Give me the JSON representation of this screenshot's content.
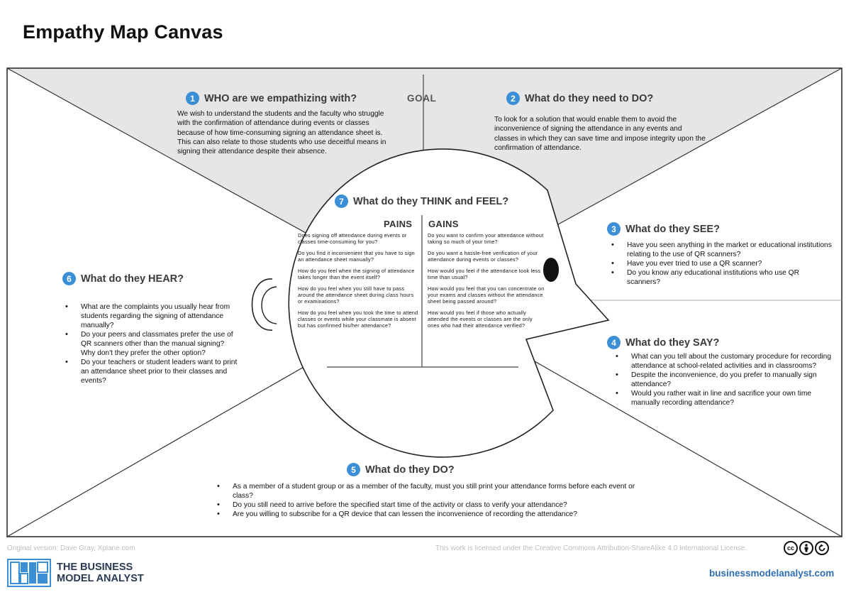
{
  "title": "Empathy Map Canvas",
  "goal_label": "GOAL",
  "sections": {
    "who": {
      "num": "1",
      "heading": "WHO are we empathizing with?",
      "text": "We wish to understand the students and the faculty who struggle with the confirmation of attendance during events or classes because of how time-consuming signing an attendance sheet is. This can also relate to those students who use deceitful means in signing their attendance despite their absence."
    },
    "do_need": {
      "num": "2",
      "heading": "What do they need to DO?",
      "text": "To look for a solution that would enable them to avoid the inconvenience of signing the attendance in any events and classes in which they can save time and impose integrity upon the confirmation of attendance."
    },
    "see": {
      "num": "3",
      "heading": "What do they SEE?",
      "items": [
        "Have you seen anything in the market or educational institutions relating to the use of QR scanners?",
        "Have you ever tried to use a QR scanner?",
        "Do you know any educational institutions who use QR scanners?"
      ]
    },
    "say": {
      "num": "4",
      "heading": "What do they SAY?",
      "items": [
        "What can you tell about the customary procedure for recording attendance at school-related activities and in classrooms?",
        "Despite the inconvenience, do you prefer to manually sign attendance?",
        "Would you rather wait in line and sacrifice your own time manually recording attendance?"
      ]
    },
    "do": {
      "num": "5",
      "heading": "What do they DO?",
      "items": [
        "As a member of a student group or as a member of the faculty, must you still print your attendance forms before each event or class?",
        "Do you still need to arrive before the specified start time of the activity or class to verify your attendance?",
        "Are you willing to subscribe for a QR device that can lessen the inconvenience of recording the attendance?"
      ]
    },
    "hear": {
      "num": "6",
      "heading": "What do they HEAR?",
      "items": [
        "What are the complaints you usually hear from students regarding the signing of attendance manually?",
        "Do your peers and classmates prefer the use of QR scanners other than the manual signing? Why don't they prefer the other option?",
        "Do your teachers or student leaders want to print an attendance sheet prior to their classes and events?"
      ]
    },
    "think": {
      "num": "7",
      "heading": "What do they THINK and FEEL?",
      "pains_label": "PAINS",
      "gains_label": "GAINS",
      "pains": [
        "Does signing off attendance during events or classes time-consuming for you?",
        "Do you find it inconvenient that you have to sign an attendance sheet manually?",
        "How do you feel when the signing of attendance takes longer than the event itself?",
        "How do you feel when you still have to pass around the attendance sheet during class hours or examinations?",
        "How do you feel when you took the time to attend classes or events while your classmate is absent but has confirmed his/her attendance?"
      ],
      "gains": [
        "Do you want to confirm your attendance without taking so much of your time?",
        "Do you want a hassle-free verification of your attendance during events or classes?",
        "How would you feel if the attendance took less time than usual?",
        "How would you feel that you can concentrate on your exams and classes without the attendance sheet being passed around?",
        "How would you feel if those who actually attended the events or classes are the only ones who had their attendance verified?"
      ]
    }
  },
  "footer": {
    "original": "Original version: Dave Gray, Xplane.com",
    "license": "This work is licensed under the Creative Commons Attribution-ShareAlike 4.0 International License.",
    "cc_icons": [
      "cc-icon",
      "by-icon",
      "sa-icon"
    ],
    "brand_name_1": "THE BUSINESS",
    "brand_name_2": "MODEL ANALYST",
    "url": "businessmodelanalyst.com"
  },
  "colors": {
    "accent": "#3b8fd6",
    "top_fill": "#e6e6e6",
    "brand_blue": "#2f6fb3"
  }
}
